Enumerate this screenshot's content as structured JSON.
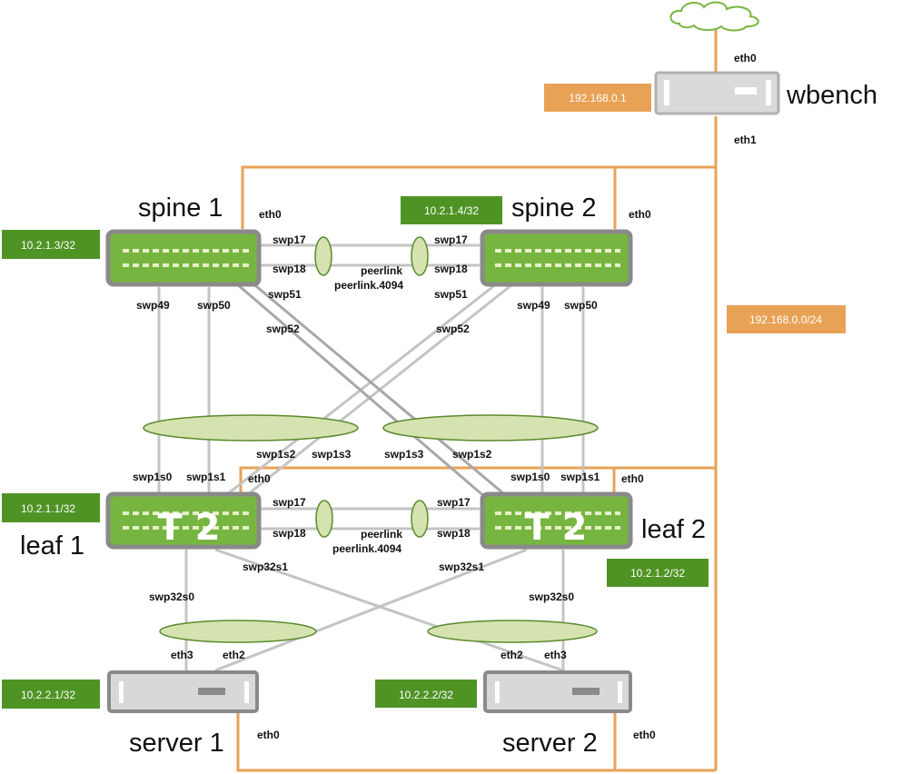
{
  "colors": {
    "mgmt": "#e8a256",
    "ip_green": "#4f9325",
    "switch_body": "#77b541",
    "switch_frame": "#8a8a8a",
    "server_body": "#d8d8d8",
    "bond_fill": "#d5e3b0",
    "link": "#c4c4c4",
    "cross_link": "#a8a8a8"
  },
  "icons": {
    "internet": "cloud-icon",
    "switch": "switch-icon",
    "server": "server-icon"
  },
  "wbench": {
    "name": "wbench",
    "ip": "192.168.0.1",
    "port_top": "eth0",
    "port_bottom": "eth1"
  },
  "network": {
    "mgmt_subnet": "192.168.0.0/24"
  },
  "spine1": {
    "name": "spine 1",
    "ip": "10.2.1.3/32",
    "mgmt_port": "eth0",
    "ports": {
      "p17": "swp17",
      "p18": "swp18",
      "p51": "swp51",
      "p52": "swp52",
      "p49": "swp49",
      "p50": "swp50"
    }
  },
  "spine2": {
    "name": "spine 2",
    "ip": "10.2.1.4/32",
    "mgmt_port": "eth0",
    "ports": {
      "p17": "swp17",
      "p18": "swp18",
      "p51": "swp51",
      "p52": "swp52",
      "p49": "swp49",
      "p50": "swp50"
    }
  },
  "spine_peer": {
    "name": "peerlink",
    "sub": "peerlink.4094"
  },
  "leaf1": {
    "name": "leaf 1",
    "ip": "10.2.1.1/32",
    "mgmt_port": "eth0",
    "badge": "T 2",
    "ports": {
      "s0": "swp1s0",
      "s1": "swp1s1",
      "s2": "swp1s2",
      "s3": "swp1s3",
      "p17": "swp17",
      "p18": "swp18",
      "d0": "swp32s0",
      "d1": "swp32s1"
    }
  },
  "leaf2": {
    "name": "leaf 2",
    "ip": "10.2.1.2/32",
    "mgmt_port": "eth0",
    "badge": "T 2",
    "ports": {
      "s0": "swp1s0",
      "s1": "swp1s1",
      "s2": "swp1s2",
      "s3": "swp1s3",
      "p17": "swp17",
      "p18": "swp18",
      "d0": "swp32s0",
      "d1": "swp32s1"
    }
  },
  "leaf_peer": {
    "name": "peerlink",
    "sub": "peerlink.4094"
  },
  "server1": {
    "name": "server 1",
    "ip": "10.2.2.1/32",
    "mgmt_port": "eth0",
    "port_a": "eth3",
    "port_b": "eth2"
  },
  "server2": {
    "name": "server 2",
    "ip": "10.2.2.2/32",
    "mgmt_port": "eth0",
    "port_a": "eth2",
    "port_b": "eth3"
  }
}
